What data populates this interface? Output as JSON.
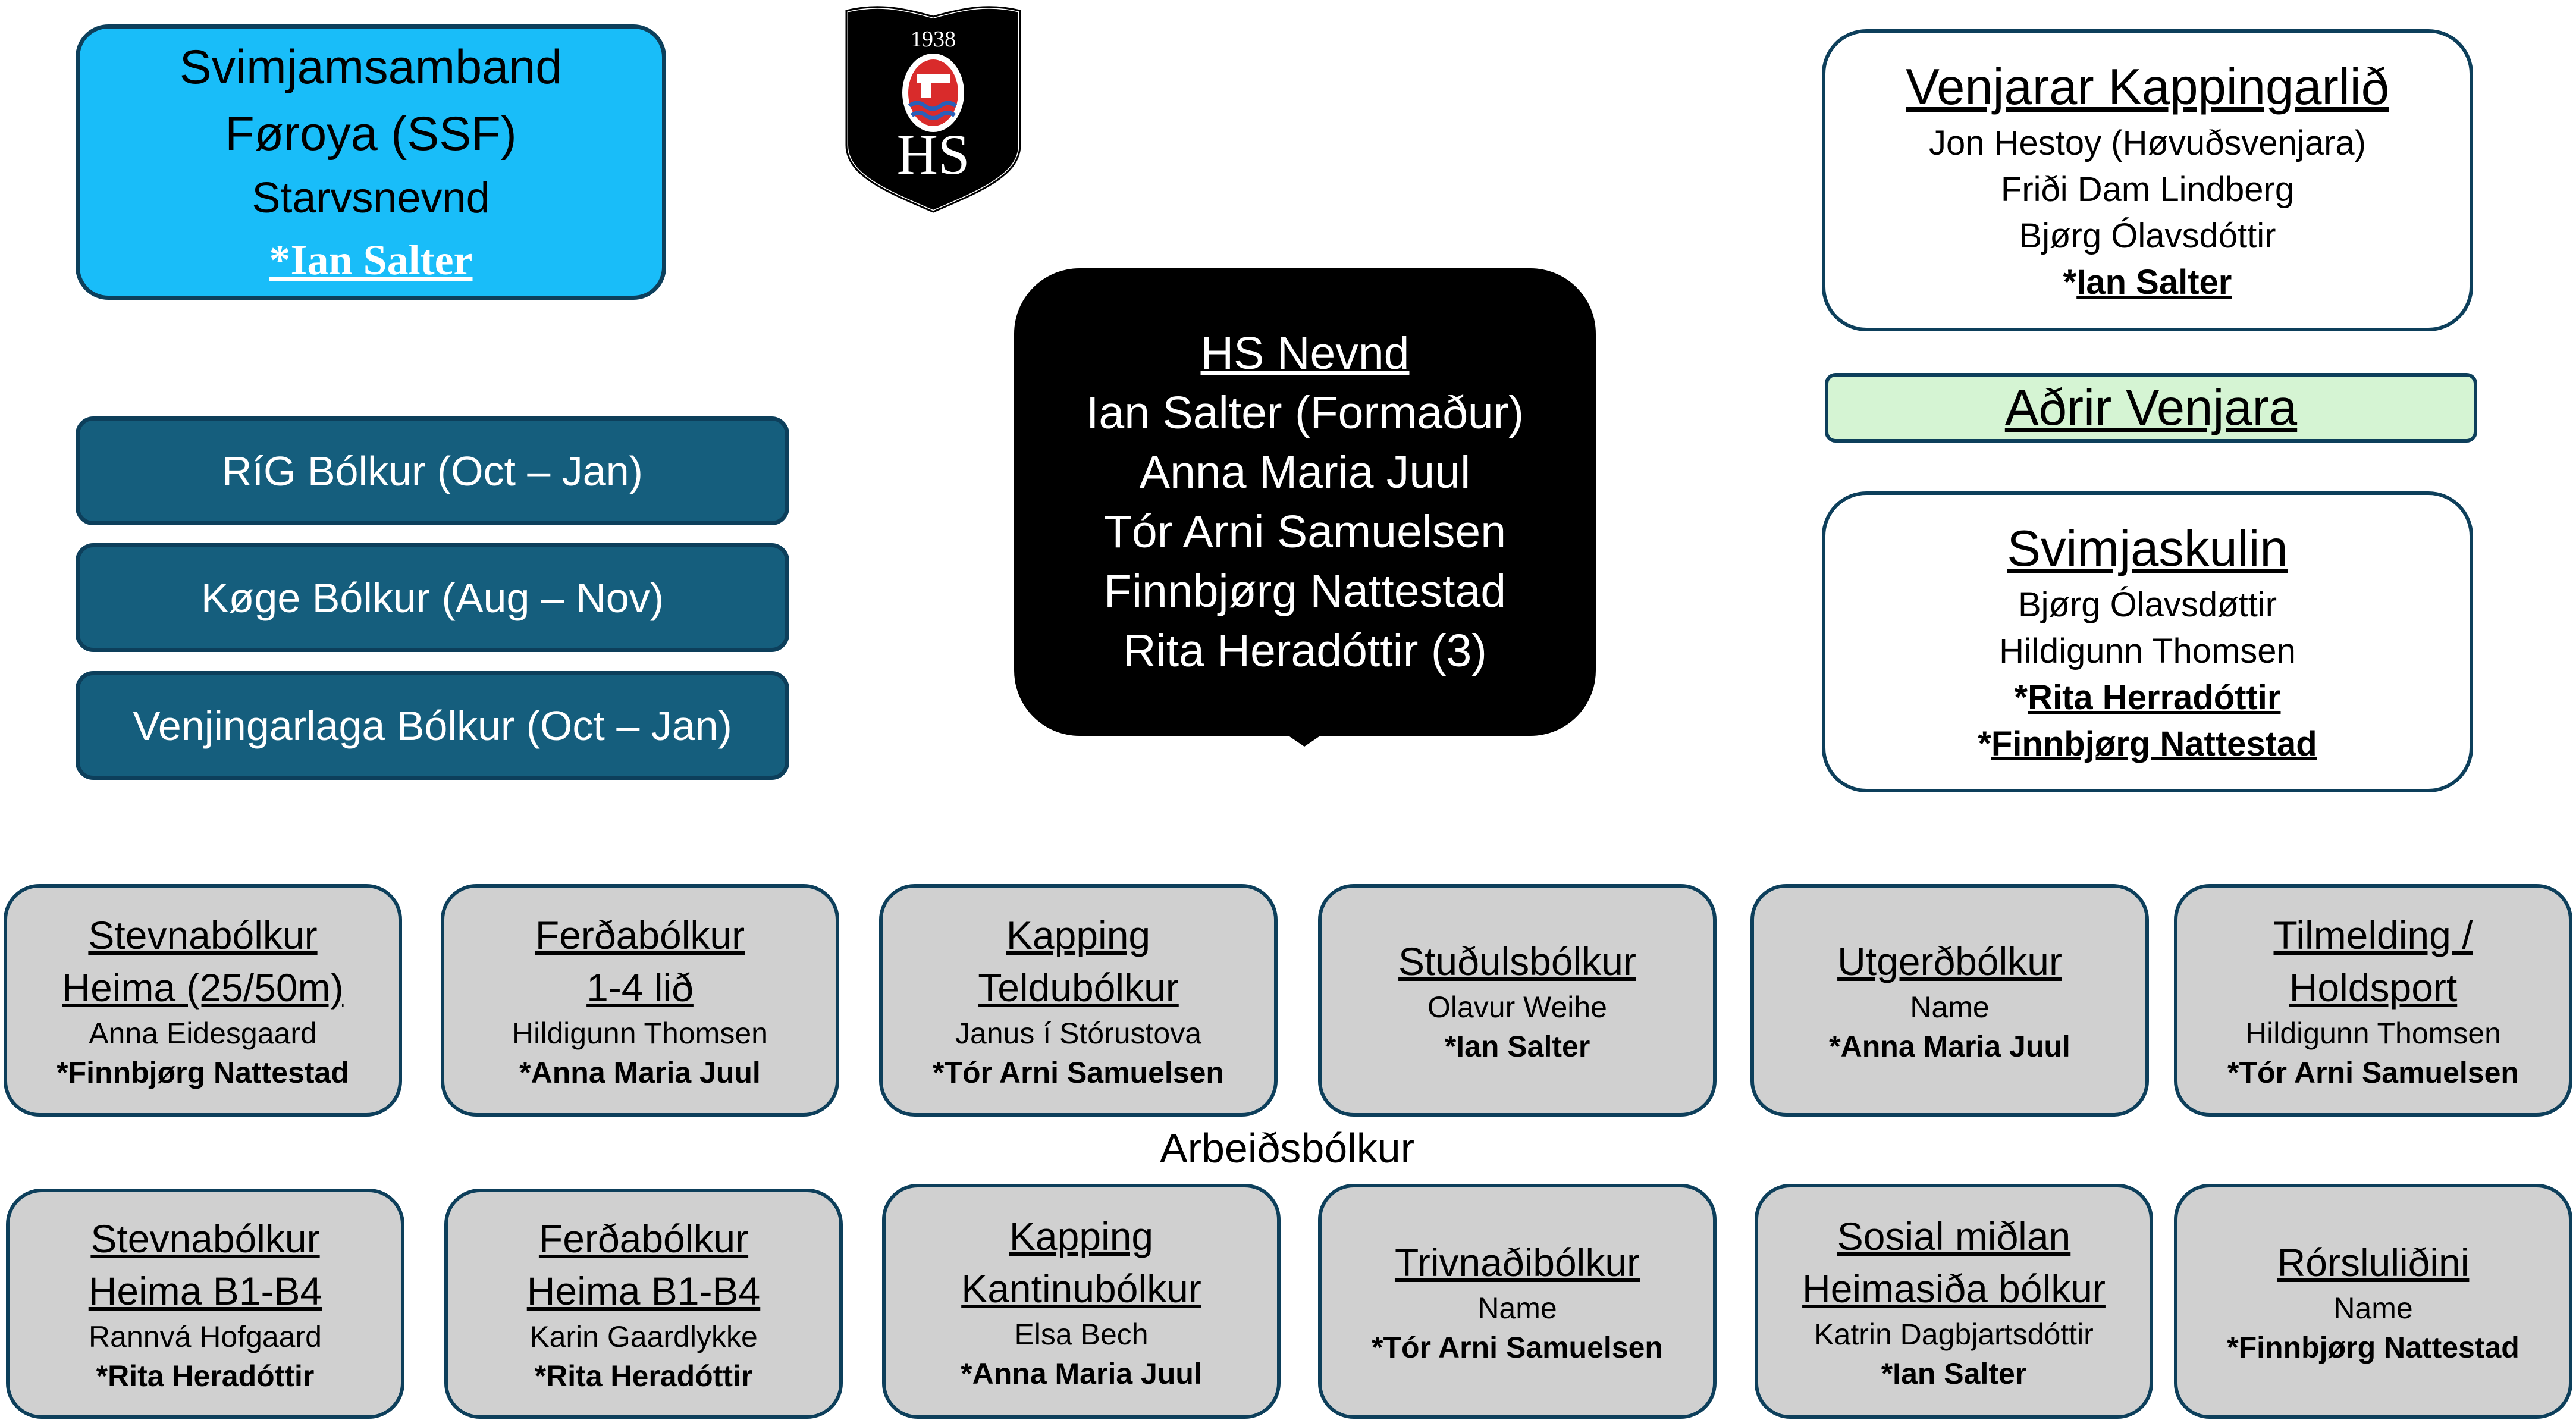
{
  "ssf": {
    "line1": "Svimjamsamband",
    "line2": "Føroya (SSF)",
    "line3": "Starvsnevnd",
    "line4": "*Ian Salter"
  },
  "logo": {
    "year": "1938",
    "letters": "HS"
  },
  "bars": [
    "RíG Bólkur (Oct – Jan)",
    "Køge Bólkur (Aug – Nov)",
    "Venjingarlaga Bólkur (Oct – Jan)"
  ],
  "nevnd": {
    "title": "HS Nevnd",
    "members": [
      "Ian Salter (Formaður)",
      "Anna Maria Juul",
      "Tór Arni Samuelsen",
      "Finnbjørg Nattestad",
      "Rita Heradóttir (3)"
    ]
  },
  "venjarar": {
    "title": "Venjarar Kappingarlið",
    "lines": [
      "Jon Hestoy (Høvuðsvenjara)",
      "Friði Dam Lindberg",
      "Bjørg Ólavsdóttir"
    ],
    "lead": "Ian Salter",
    "star": "*"
  },
  "adrir": {
    "label": "Aðrir Venjara"
  },
  "svimjaskulin": {
    "title": "Svimjaskulin",
    "lines": [
      "Bjørg Ólavsdøttir",
      "Hildigunn Thomsen"
    ],
    "leads": [
      "Rita Herradóttir",
      "Finnbjørg Nattestad"
    ],
    "star": "*"
  },
  "working_label": "Arbeiðsbólkur",
  "groups_top": [
    {
      "t1": "Stevnabólkur",
      "t2": "Heima (25/50m)",
      "member": "Anna Eidesgaard",
      "lead": "*Finnbjørg Nattestad"
    },
    {
      "t1": "Ferðabólkur",
      "t2": "1-4 lið",
      "member": "Hildigunn Thomsen",
      "lead": "*Anna Maria Juul"
    },
    {
      "t1": "Kapping",
      "t2": "Teldubólkur",
      "member": "Janus í Stórustova",
      "lead": "*Tór Arni Samuelsen"
    },
    {
      "t1": "Stuðulsbólkur",
      "t2": "",
      "member": "Olavur Weihe",
      "lead": "*Ian Salter"
    },
    {
      "t1": "Utgerðbólkur",
      "t2": "",
      "member": "Name",
      "lead": "*Anna Maria Juul"
    },
    {
      "t1": "Tilmelding /",
      "t2": "Holdsport",
      "member": "Hildigunn Thomsen",
      "lead": "*Tór Arni Samuelsen"
    }
  ],
  "groups_bottom": [
    {
      "t1": "Stevnabólkur",
      "t2": "Heima B1-B4",
      "member": "Rannvá Hofgaard",
      "lead": "*Rita Heradóttir"
    },
    {
      "t1": "Ferðabólkur",
      "t2": "Heima B1-B4",
      "member": "Karin Gaardlykke",
      "lead": "*Rita Heradóttir"
    },
    {
      "t1": "Kapping",
      "t2": "Kantinubólkur",
      "member": "Elsa Bech",
      "lead": "*Anna Maria Juul"
    },
    {
      "t1": "Trivnaðibólkur",
      "t2": "",
      "member": "Name",
      "lead": "*Tór Arni Samuelsen"
    },
    {
      "t1": "Sosial miðlan",
      "t2": "Heimasiða bólkur",
      "member": "Katrin Dagbjartsdóttir",
      "lead": "*Ian Salter"
    },
    {
      "t1": "Rórsluliðini",
      "t2": "",
      "member": "Name",
      "lead": "*Finnbjørg Nattestad"
    }
  ],
  "colors": {
    "ssf_fill": "#19bdf9",
    "bar_fill": "#155e7d",
    "nevnd_fill": "#000000",
    "adrir_fill": "#d5f4d3",
    "group_fill": "#d0d0d0",
    "border": "#0d3f5b",
    "logo_red": "#d92b2b"
  }
}
